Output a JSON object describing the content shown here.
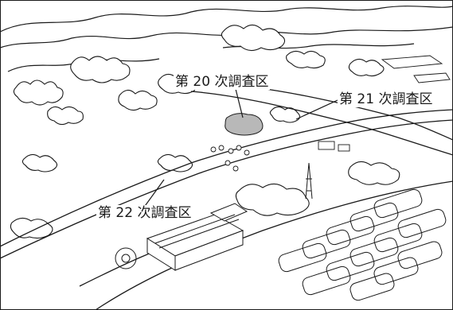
{
  "labels": {
    "area20": "第 20 次調査区",
    "area21": "第 21 次調査区",
    "area22": "第 22 次調査区"
  },
  "colors": {
    "ink": "#1a1a1a",
    "paper": "#ffffff",
    "highlight": "#b8b8b8"
  }
}
